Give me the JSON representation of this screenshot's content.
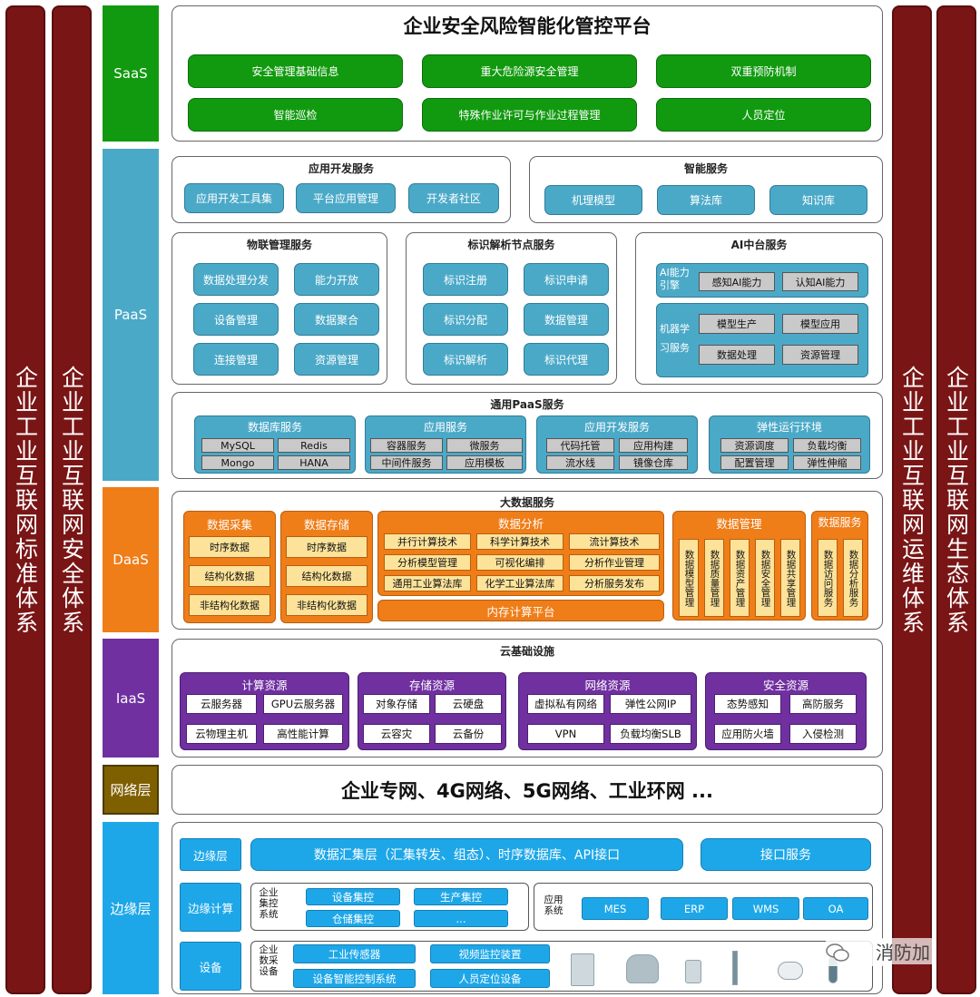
{
  "pillars": {
    "left1": "企业工业互联网标准体系",
    "left2": "企业工业互联网安全体系",
    "right1": "企业工业互联网运维体系",
    "right2": "企业工业互联网生态体系"
  },
  "layers": {
    "saas": "SaaS",
    "paas": "PaaS",
    "daas": "DaaS",
    "iaas": "IaaS",
    "network": "网络层",
    "edge": "边缘层"
  },
  "colors": {
    "saas": "#119a0f",
    "paas": "#4ba9c8",
    "daas": "#ef7d18",
    "iaas": "#7030a0",
    "network": "#7f6000",
    "edge": "#1ea7e8",
    "pillar": "#7a1516"
  },
  "saas": {
    "title": "企业安全风险智能化管控平台",
    "buttons": [
      "安全管理基础信息",
      "重大危险源安全管理",
      "双重预防机制",
      "智能巡检",
      "特殊作业许可与作业过程管理",
      "人员定位"
    ]
  },
  "paas": {
    "app_dev": {
      "title": "应用开发服务",
      "items": [
        "应用开发工具集",
        "平台应用管理",
        "开发者社区"
      ]
    },
    "smart": {
      "title": "智能服务",
      "items": [
        "机理模型",
        "算法库",
        "知识库"
      ]
    },
    "iot": {
      "title": "物联管理服务",
      "items": [
        "数据处理分发",
        "能力开放",
        "设备管理",
        "数据聚合",
        "连接管理",
        "资源管理"
      ]
    },
    "id": {
      "title": "标识解析节点服务",
      "items": [
        "标识注册",
        "标识申请",
        "标识分配",
        "数据管理",
        "标识解析",
        "标识代理"
      ]
    },
    "ai": {
      "title": "AI中台服务",
      "engine_label": "AI能力引擎",
      "engine_items": [
        "感知AI能力",
        "认知AI能力"
      ],
      "ml_label": "机器学习服务",
      "ml_items": [
        "模型生产",
        "模型应用",
        "数据处理",
        "资源管理"
      ]
    },
    "general": {
      "title": "通用PaaS服务",
      "groups": [
        {
          "title": "数据库服务",
          "items": [
            "MySQL",
            "Redis",
            "Mongo",
            "HANA"
          ]
        },
        {
          "title": "应用服务",
          "items": [
            "容器服务",
            "微服务",
            "中间件服务",
            "应用模板"
          ]
        },
        {
          "title": "应用开发服务",
          "items": [
            "代码托管",
            "应用构建",
            "流水线",
            "镜像仓库"
          ]
        },
        {
          "title": "弹性运行环境",
          "items": [
            "资源调度",
            "负载均衡",
            "配置管理",
            "弹性伸缩"
          ]
        }
      ]
    }
  },
  "daas": {
    "title": "大数据服务",
    "collect": {
      "title": "数据采集",
      "items": [
        "时序数据",
        "结构化数据",
        "非结构化数据"
      ]
    },
    "store": {
      "title": "数据存储",
      "items": [
        "时序数据",
        "结构化数据",
        "非结构化数据"
      ]
    },
    "analysis": {
      "title": "数据分析",
      "items": [
        "并行计算技术",
        "科学计算技术",
        "流计算技术",
        "分析模型管理",
        "可视化编排",
        "分析作业管理",
        "通用工业算法库",
        "化学工业算法库",
        "分析服务发布"
      ],
      "memory": "内存计算平台"
    },
    "manage": {
      "title": "数据管理",
      "items": [
        "数据模型管理",
        "数据质量管理",
        "数据资产管理",
        "数据安全管理",
        "数据共享管理"
      ]
    },
    "service": {
      "title": "数据服务",
      "items": [
        "数据访问服务",
        "数据分析服务"
      ]
    }
  },
  "iaas": {
    "title": "云基础设施",
    "groups": [
      {
        "title": "计算资源",
        "items": [
          "云服务器",
          "GPU云服务器",
          "云物理主机",
          "高性能计算"
        ]
      },
      {
        "title": "存储资源",
        "items": [
          "对象存储",
          "云硬盘",
          "云容灾",
          "云备份"
        ]
      },
      {
        "title": "网络资源",
        "items": [
          "虚拟私有网络",
          "弹性公网IP",
          "VPN",
          "负载均衡SLB"
        ]
      },
      {
        "title": "安全资源",
        "items": [
          "态势感知",
          "高防服务",
          "应用防火墙",
          "入侵检测"
        ]
      }
    ]
  },
  "network": {
    "text": "企业专网、4G网络、5G网络、工业环网 ..."
  },
  "edge": {
    "row1": {
      "label": "边缘层",
      "main": "数据汇集层（汇集转发、组态）、时序数据库、API接口",
      "side": "接口服务"
    },
    "row2": {
      "label": "边缘计算",
      "sys_label": "企业集控系统",
      "sys_items": [
        "设备集控",
        "生产集控",
        "仓储集控",
        "..."
      ],
      "app_label": "应用系统",
      "app_items": [
        "MES",
        "ERP",
        "WMS",
        "OA"
      ]
    },
    "row3": {
      "label": "设备",
      "sys_label": "企业数采设备",
      "items": [
        "工业传感器",
        "视频监控装置",
        "设备智能控制系统",
        "人员定位设备"
      ]
    }
  },
  "watermark": "消防加"
}
